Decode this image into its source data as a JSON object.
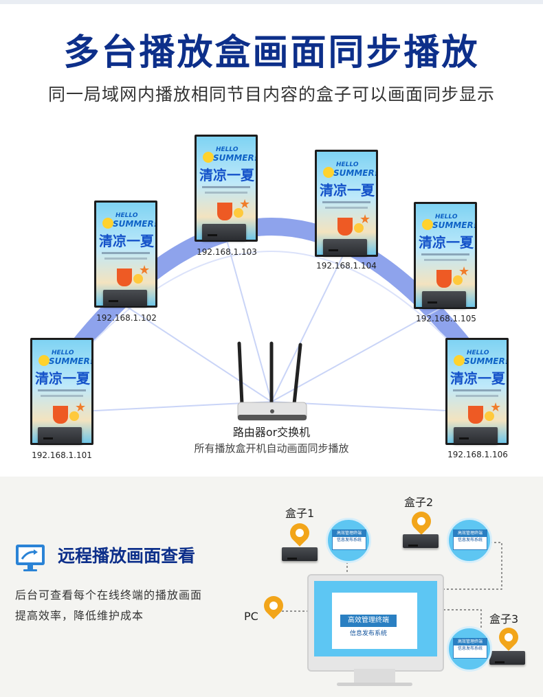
{
  "header": {
    "title": "多台播放盒画面同步播放",
    "subtitle": "同一局域网内播放相同节目内容的盒子可以画面同步显示"
  },
  "poster": {
    "hello": "HELLO",
    "summer": "SUMMER!",
    "slogan": "清凉一夏"
  },
  "players": [
    {
      "ip": "192.168.1.101"
    },
    {
      "ip": "192.168.1.102"
    },
    {
      "ip": "192.168.1.103"
    },
    {
      "ip": "192.168.1.104"
    },
    {
      "ip": "192.168.1.105"
    },
    {
      "ip": "192.168.1.106"
    }
  ],
  "router": {
    "label": "路由器or交换机",
    "description": "所有播放盒开机自动画面同步播放"
  },
  "remote": {
    "title": "远程播放画面查看",
    "desc_line1": "后台可查看每个在线终端的播放画面",
    "desc_line2": "提高效率，降低维护成本",
    "pc_label": "PC",
    "boxes": [
      "盒子1",
      "盒子2",
      "盒子3"
    ],
    "app_title": "高效管理终端",
    "app_subtitle": "信息发布系统"
  },
  "colors": {
    "title_blue": "#0d2f8a",
    "arc_blue": "#8ea3ec",
    "line_blue": "#c9d4f7",
    "pin_orange": "#f2a51a",
    "screen_blue": "#5dc6f3"
  }
}
